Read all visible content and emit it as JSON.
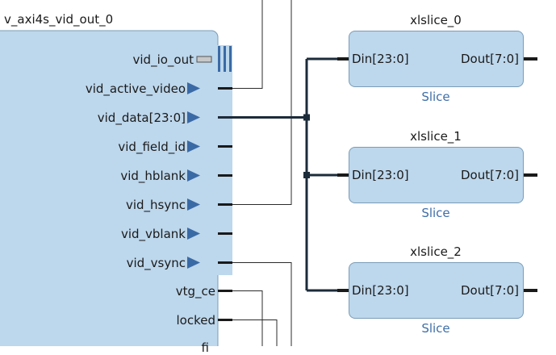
{
  "main_block": {
    "name": "v_axi4s_vid_out_0",
    "ports": [
      {
        "label": "vid_io_out",
        "kind": "interface"
      },
      {
        "label": "vid_active_video",
        "kind": "output"
      },
      {
        "label": "vid_data[23:0]",
        "kind": "output"
      },
      {
        "label": "vid_field_id",
        "kind": "output"
      },
      {
        "label": "vid_hblank",
        "kind": "output"
      },
      {
        "label": "vid_hsync",
        "kind": "output"
      },
      {
        "label": "vid_vblank",
        "kind": "output"
      },
      {
        "label": "vid_vsync",
        "kind": "output"
      },
      {
        "label": "vtg_ce",
        "kind": "plain"
      },
      {
        "label": "locked",
        "kind": "plain"
      },
      {
        "label": "fi",
        "kind": "plain"
      }
    ]
  },
  "slices": [
    {
      "name": "xlslice_0",
      "din": "Din[23:0]",
      "dout": "Dout[7:0]",
      "type": "Slice"
    },
    {
      "name": "xlslice_1",
      "din": "Din[23:0]",
      "dout": "Dout[7:0]",
      "type": "Slice"
    },
    {
      "name": "xlslice_2",
      "din": "Din[23:0]",
      "dout": "Dout[7:0]",
      "type": "Slice"
    }
  ],
  "colors": {
    "block_fill": "#bdd7ec",
    "block_border": "#7a9cb8",
    "pin_fill": "#3a6aa6",
    "bus_wire": "#1c2b3a",
    "net_wire": "#2b2b2b",
    "type_text": "#3f6fa8"
  }
}
